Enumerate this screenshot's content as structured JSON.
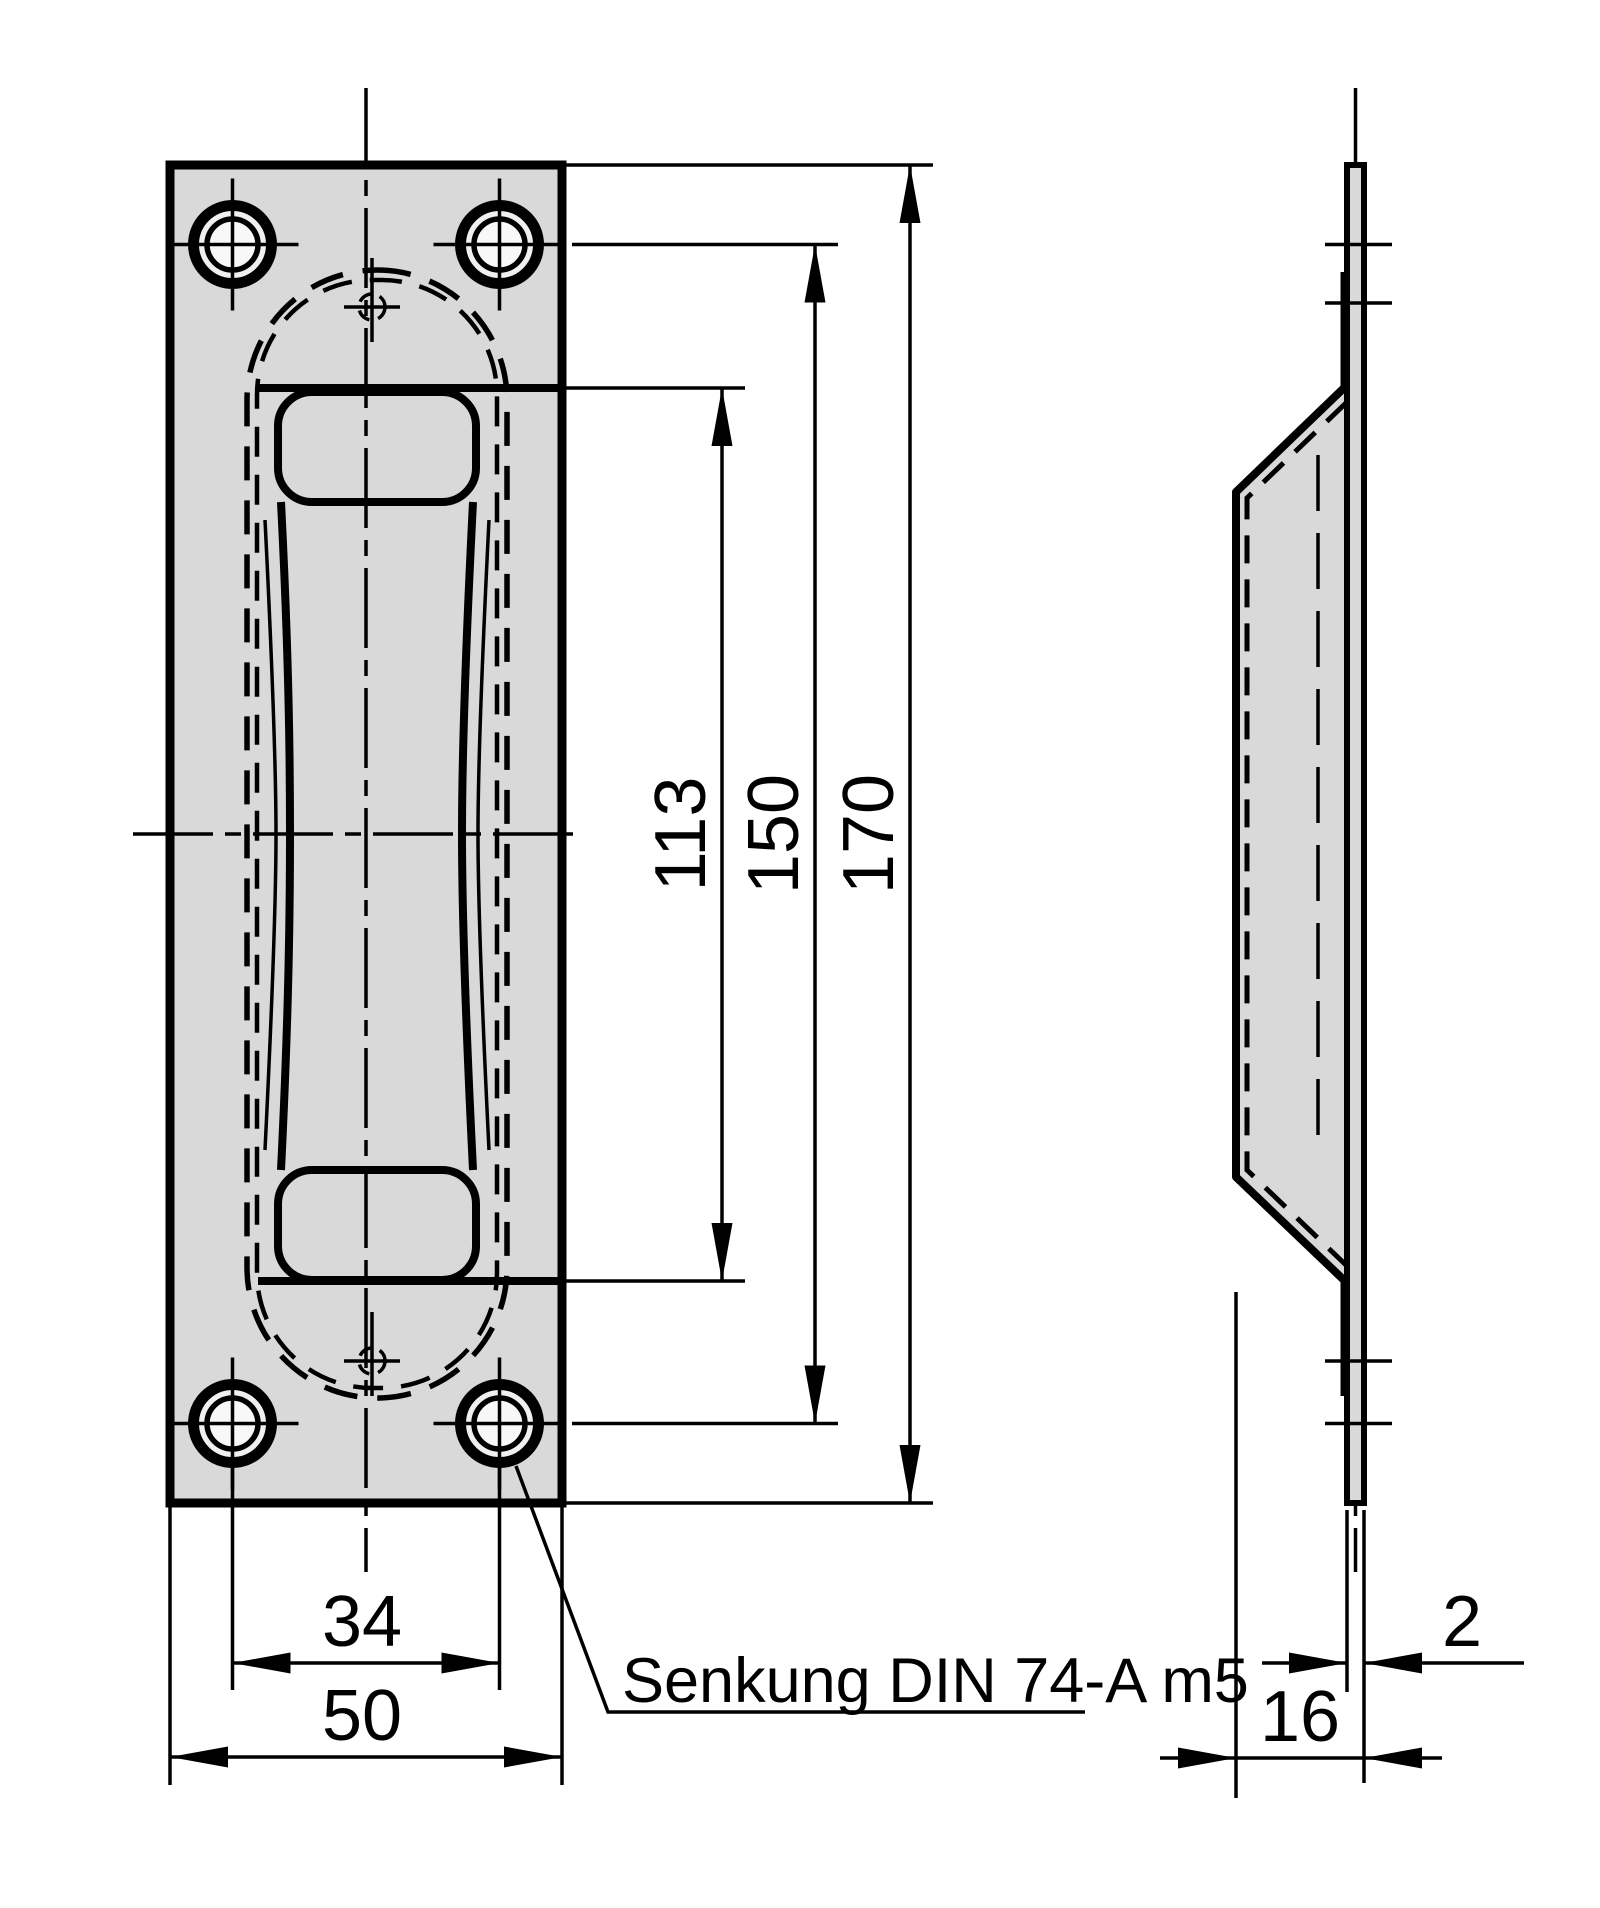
{
  "drawing": {
    "note": "Senkung DIN 74-A m5",
    "dimensions": {
      "grip_opening_length": "113",
      "hole_spacing_vertical": "150",
      "overall_height": "170",
      "hole_spacing_horizontal": "34",
      "overall_width": "50",
      "overall_depth": "16",
      "plate_thickness": "2"
    },
    "colors": {
      "lines": "#000000",
      "plate_fill": "#d9d9d9",
      "background": "#ffffff"
    }
  }
}
